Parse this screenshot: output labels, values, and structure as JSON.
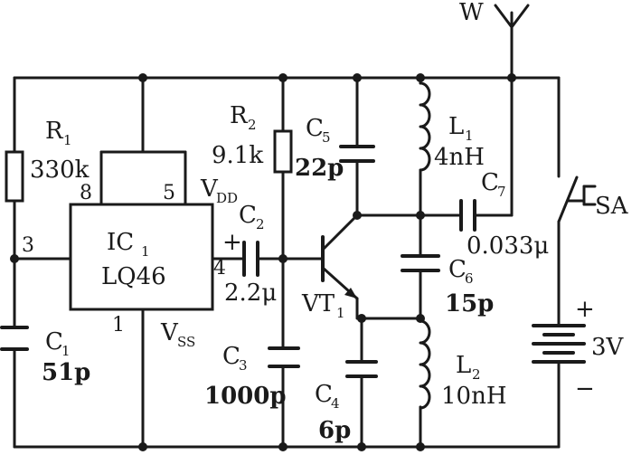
{
  "antenna": {
    "label": "W"
  },
  "r1": {
    "name": "R",
    "sub": "1",
    "value": "330k"
  },
  "r2": {
    "name": "R",
    "sub": "2",
    "value": "9.1k"
  },
  "ic1": {
    "name": "IC",
    "sub": "1",
    "part": "LQ46",
    "pin8": "8",
    "pin5": "5",
    "pin3": "3",
    "pin4": "4",
    "pin1": "1",
    "vdd": "V",
    "vdd_sub": "DD",
    "vss": "V",
    "vss_sub": "SS"
  },
  "c1": {
    "name": "C",
    "sub": "1",
    "value": "51p"
  },
  "c2": {
    "name": "C",
    "sub": "2",
    "value": "2.2μ",
    "polarity": "+"
  },
  "c3": {
    "name": "C",
    "sub": "3",
    "value": "1000p"
  },
  "c4": {
    "name": "C",
    "sub": "4",
    "value": "6p"
  },
  "c5": {
    "name": "C",
    "sub": "5",
    "value": "22p"
  },
  "c6": {
    "name": "C",
    "sub": "6",
    "value": "15p"
  },
  "c7": {
    "name": "C",
    "sub": "7",
    "value": "0.033μ"
  },
  "l1": {
    "name": "L",
    "sub": "1",
    "value": "4nH"
  },
  "l2": {
    "name": "L",
    "sub": "2",
    "value": "10nH"
  },
  "vt1": {
    "name": "VT",
    "sub": "1"
  },
  "switch": {
    "label": "SA"
  },
  "battery": {
    "value": "3V",
    "plus": "+",
    "minus": "−"
  }
}
